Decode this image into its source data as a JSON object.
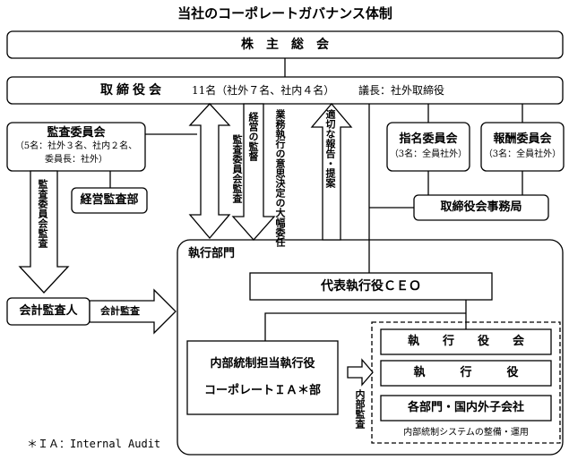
{
  "title": "当社のコーポレートガバナンス体制",
  "shareholders": "株　主　総　会",
  "board": {
    "label": "取締役会",
    "composition": "11名（社外７名、社内４名）",
    "chair": "議長：社外取締役"
  },
  "audit_committee": {
    "label": "監査委員会",
    "line1": "（5名：社外３名、社内２名、",
    "line2": "委員長：社外）"
  },
  "management_audit_dept": "経営監査部",
  "nomination_committee": {
    "label": "指名委員会",
    "members": "（3名：全員社外）"
  },
  "compensation_committee": {
    "label": "報酬委員会",
    "members": "（3名：全員社外）"
  },
  "board_office": "取締役会事務局",
  "accounting_auditor": "会計監査人",
  "arrows": {
    "audit_committee_audit": "監査委員会監査",
    "accounting_audit": "会計監査",
    "committee_audit": "経営の監督",
    "oversight": "業務執行の意思決定の大幅委任",
    "delegation": "適切な報告・提案",
    "internal_audit": "内部監査"
  },
  "execution_dept": "執行部門",
  "ceo": "代表執行役ＣＥＯ",
  "internal_control_officer": {
    "line1": "内部統制担当執行役",
    "line2": "コーポレートＩＡ＊部"
  },
  "executive_meeting": "執　　行　　役　　会",
  "executives": "執　　　行　　　役",
  "divisions": "各部門・国内外子会社",
  "internal_control_system": "内部統制システムの整備・運用",
  "footnote": "＊ＩＡ：Internal Audit"
}
